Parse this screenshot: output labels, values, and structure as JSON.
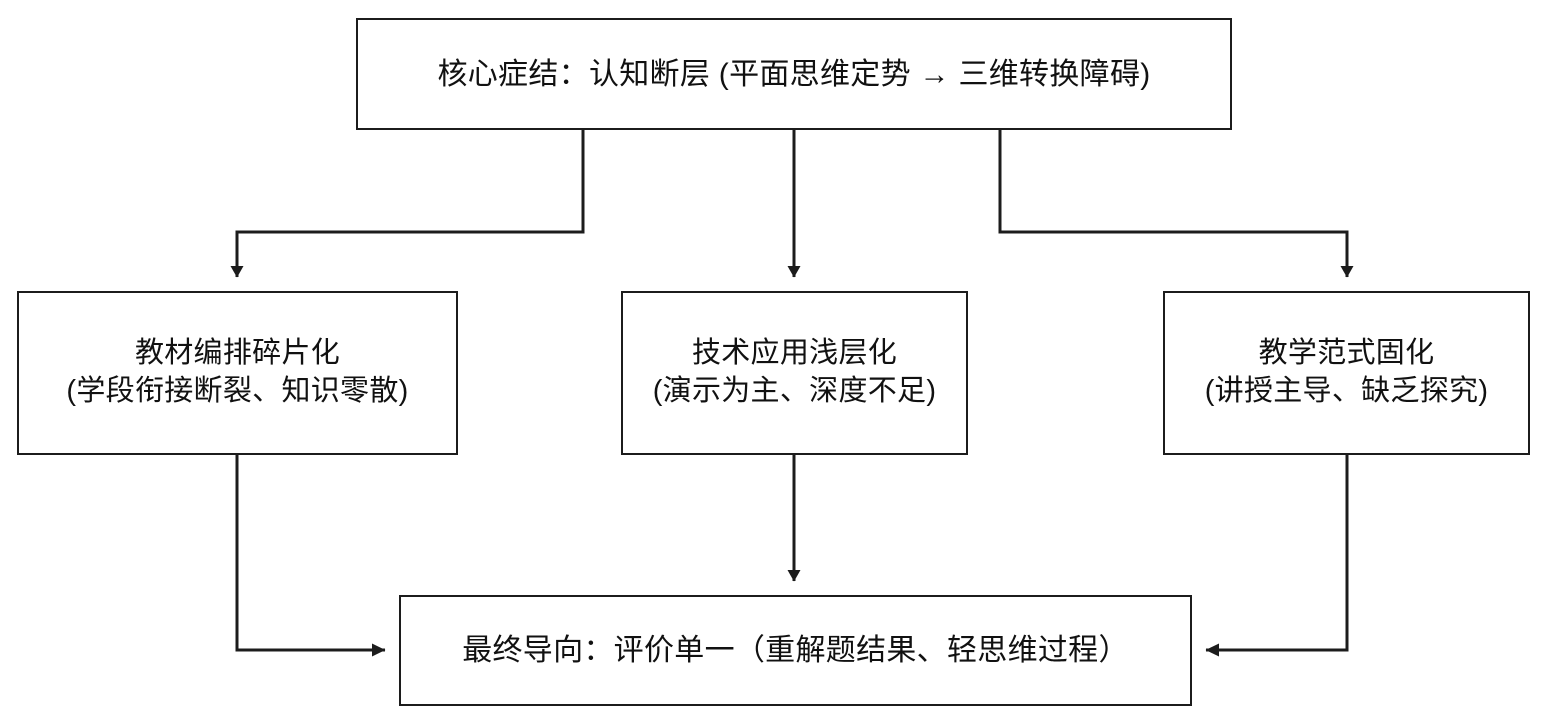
{
  "diagram": {
    "title_node": {
      "id": "root-cause",
      "lines": [
        "核心症结：认知断层 (平面思维定势 → 三维转换障碍)"
      ]
    },
    "factors": [
      {
        "id": "textbook",
        "line1": "教材编排碎片化",
        "line2": "(学段衔接断裂、知识零散)"
      },
      {
        "id": "technology",
        "line1": "技术应用浅层化",
        "line2": "(演示为主、深度不足)"
      },
      {
        "id": "pedagogy",
        "line1": "教学范式固化",
        "line2": "(讲授主导、缺乏探究)"
      }
    ],
    "outcome_node": {
      "id": "final-orientation",
      "lines": [
        "最终导向：评价单一（重解题结果、轻思维过程）"
      ]
    },
    "style": {
      "stroke_color": "#1c1c1c",
      "fill_color": "#ffffff",
      "text_color": "#111111",
      "background": "#ffffff"
    },
    "edges": [
      {
        "id": "root-to-textbook",
        "from": "root-cause",
        "to": "textbook",
        "shape": "elbow-left",
        "arrow": "down"
      },
      {
        "id": "root-to-technology",
        "from": "root-cause",
        "to": "technology",
        "shape": "straight",
        "arrow": "down"
      },
      {
        "id": "root-to-pedagogy",
        "from": "root-cause",
        "to": "pedagogy",
        "shape": "elbow-right",
        "arrow": "down"
      },
      {
        "id": "textbook-to-outcome",
        "from": "textbook",
        "to": "final-orientation",
        "shape": "elbow-down-right",
        "arrow": "right"
      },
      {
        "id": "technology-to-outcome",
        "from": "technology",
        "to": "final-orientation",
        "shape": "straight",
        "arrow": "down"
      },
      {
        "id": "pedagogy-to-outcome",
        "from": "pedagogy",
        "to": "final-orientation",
        "shape": "elbow-down-left",
        "arrow": "left"
      }
    ]
  }
}
